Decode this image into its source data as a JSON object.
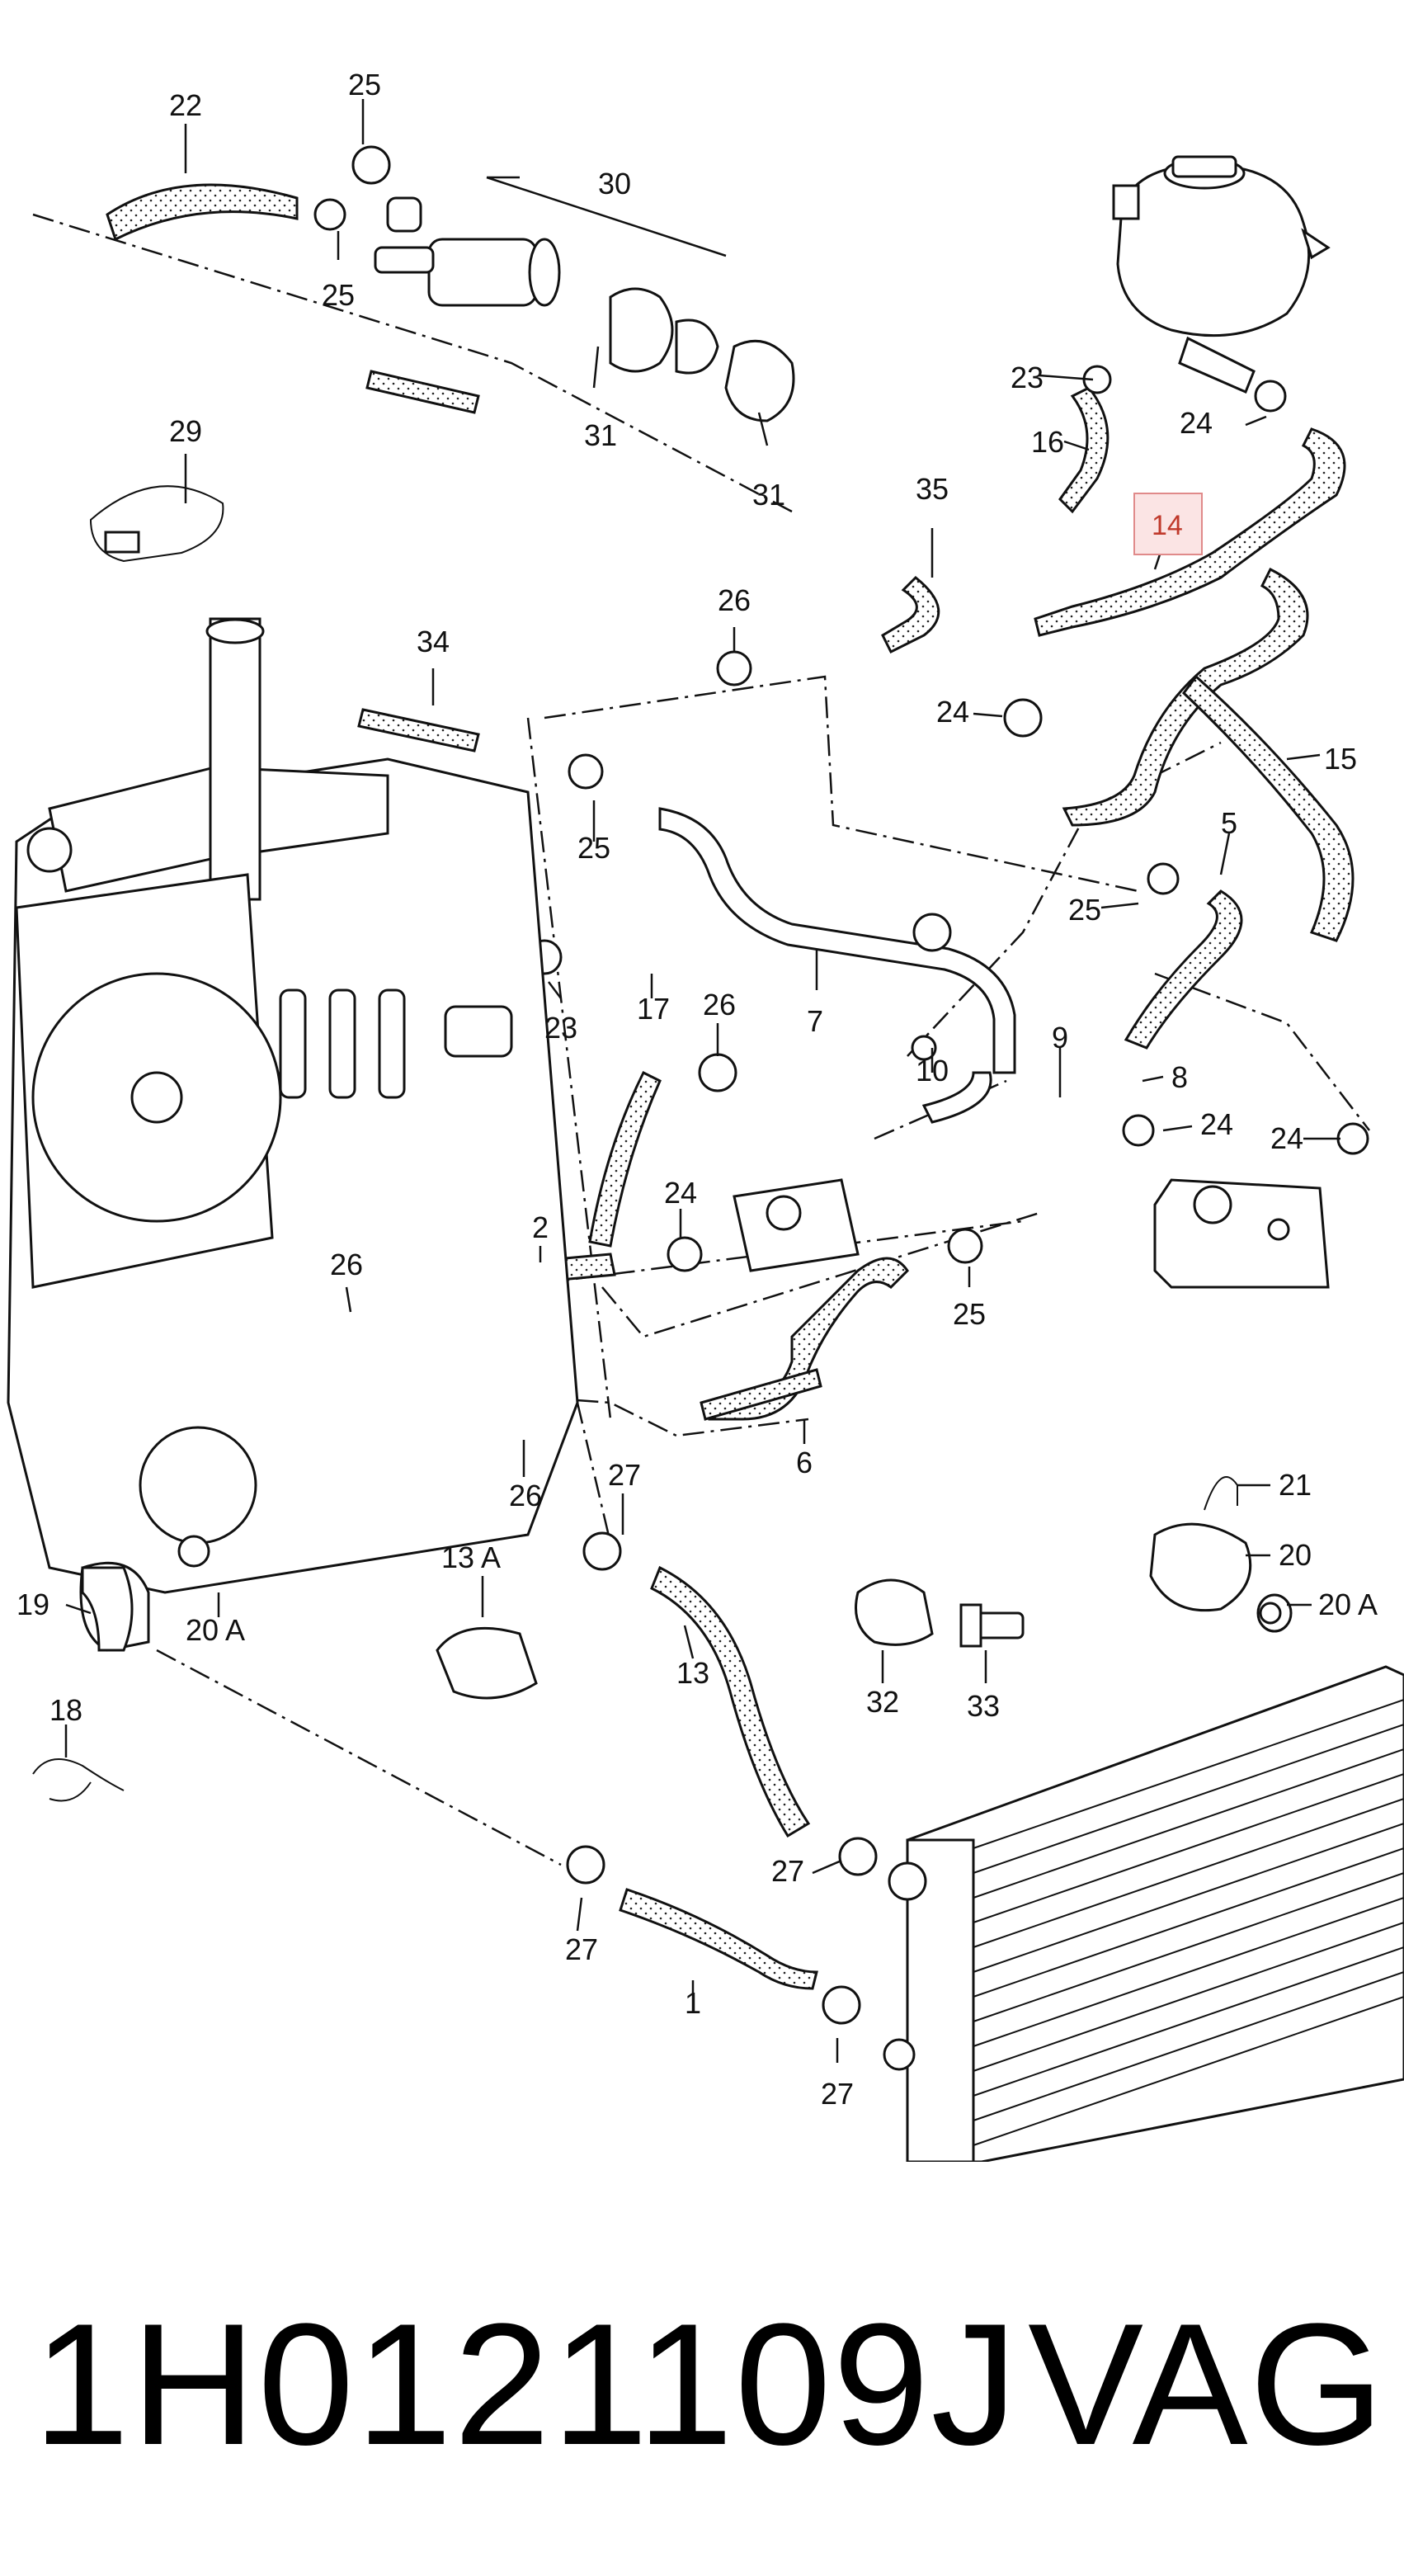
{
  "diagram": {
    "callouts": [
      "22",
      "25",
      "25",
      "30",
      "31",
      "31",
      "29",
      "35",
      "26",
      "34",
      "25",
      "23",
      "16",
      "24",
      "14",
      "24",
      "15",
      "5",
      "25",
      "7",
      "17",
      "26",
      "23",
      "10",
      "9",
      "8",
      "24",
      "24",
      "2",
      "24",
      "26",
      "25",
      "26",
      "6",
      "27",
      "13 A",
      "13",
      "32",
      "33",
      "21",
      "20",
      "20 A",
      "19",
      "20 A",
      "18",
      "27",
      "27",
      "1",
      "27"
    ],
    "highlighted_callout": "14",
    "highlight_color": "#e8a0a0"
  },
  "caption": {
    "part_number": "1H0121109J",
    "brand": "VAG"
  }
}
